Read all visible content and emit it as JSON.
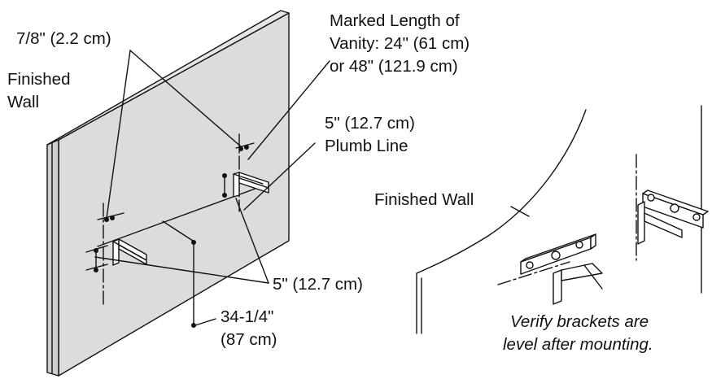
{
  "labels": {
    "gap_7_8": "7/8\" (2.2 cm)",
    "marked_length_line1": "Marked Length of",
    "marked_length_line2": "Vanity: 24\" (61 cm)",
    "marked_length_line3": "or 48\" (121.9 cm)",
    "finished_wall_left_line1": "Finished",
    "finished_wall_left_line2": "Wall",
    "offset_5_top": "5\" (12.7 cm)",
    "plumb_line": "Plumb Line",
    "finished_wall_right": "Finished Wall",
    "offset_5_bottom": "5\" (12.7 cm)",
    "height_line1": "34-1/4\"",
    "height_line2": "(87 cm)",
    "verify_line1": "Verify brackets are",
    "verify_line2": "level after mounting."
  },
  "colors": {
    "ink": "#111111",
    "wall_fill": "#dcdcdc",
    "paper": "#ffffff"
  }
}
